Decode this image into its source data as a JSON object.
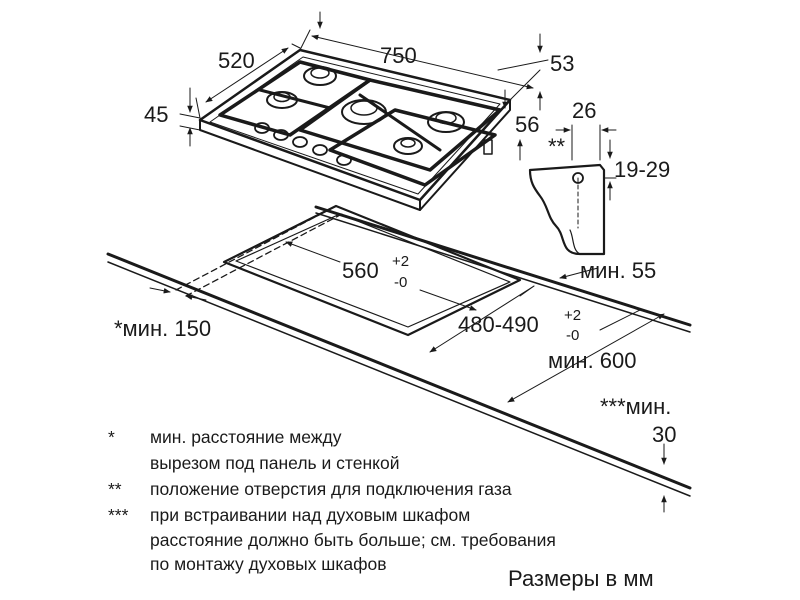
{
  "dimensions": {
    "depth": "520",
    "width": "750",
    "right_gap": "53",
    "height": "45",
    "pipe_offset": "56",
    "bracket_width": "26",
    "bracket_range": "19-29",
    "gas_mark": "**",
    "min_wall": "*мин. 150",
    "cutout_width": "560",
    "cutout_width_tol_plus": "+2",
    "cutout_width_tol_minus": "-0",
    "min_front": "мин. 55",
    "cutout_depth": "480-490",
    "cutout_depth_tol_plus": "+2",
    "cutout_depth_tol_minus": "-0",
    "min_worktop": "мин. 600",
    "min_oven_label": "***мин.",
    "min_oven_value": "30"
  },
  "notes": [
    {
      "mark": "*",
      "text": "мин. расстояние между"
    },
    {
      "mark": "",
      "text": "вырезом под панель и стенкой"
    },
    {
      "mark": "**",
      "text": "положение отверстия для подключения газа"
    },
    {
      "mark": "***",
      "text": "при встраивании над духовым шкафом"
    },
    {
      "mark": "",
      "text": "расстояние должно быть больше; см. требования"
    },
    {
      "mark": "",
      "text": "по монтажу духовых шкафов"
    }
  ],
  "footer": "Размеры в мм",
  "colors": {
    "line": "#1a1a1a",
    "paper": "#ffffff"
  }
}
